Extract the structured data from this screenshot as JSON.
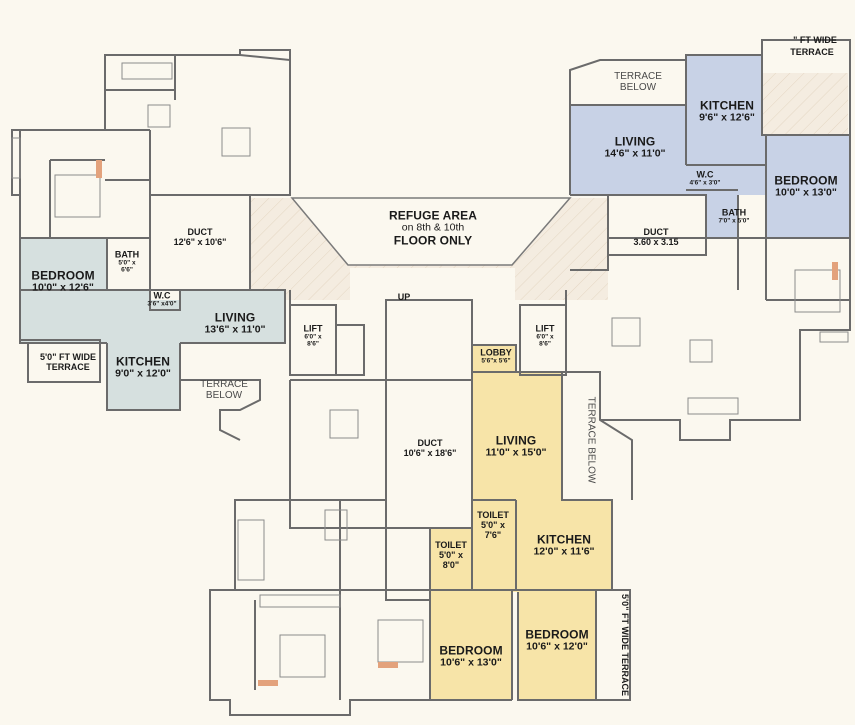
{
  "colors": {
    "background": "#fbf8ef",
    "wall": "#6b6b6b",
    "blue_unit": "#c8d2e6",
    "grey_unit": "#d6e0df",
    "yellow_unit": "#f7e4a8",
    "refuge_hatch": "#efe3d2"
  },
  "labels": {
    "top_ft_wide": "\" FT WIDE",
    "top_terrace": "TERRACE",
    "terrace_below_ne_1": "TERRACE",
    "terrace_below_ne_2": "BELOW",
    "kitchen_ne_name": "KITCHEN",
    "kitchen_ne_dim": "9'6\" x 12'6\"",
    "living_ne_name": "LIVING",
    "living_ne_dim": "14'6\" x 11'0\"",
    "wc_ne_name": "W.C",
    "wc_ne_dim": "4'6\" x 3'0\"",
    "bedroom_ne_name": "BEDROOM",
    "bedroom_ne_dim": "10'0\" x 13'0\"",
    "bath_ne_name": "BATH",
    "bath_ne_dim": "7'0\" x 5'0\"",
    "refuge_1": "REFUGE AREA",
    "refuge_2": "on 8th & 10th",
    "refuge_3": "FLOOR ONLY",
    "duct_nw_name": "DUCT",
    "duct_nw_dim": "12'6\" x 10'6\"",
    "duct_ne_name": "DUCT",
    "duct_ne_dim": "3.60 x 3.15",
    "bath_w_name": "BATH",
    "bath_w_dim1": "5'0\" x",
    "bath_w_dim2": "6'6\"",
    "bedroom_w_name": "BEDROOM",
    "bedroom_w_dim": "10'0\" x 12'6\"",
    "wc_w_name": "W.C",
    "wc_w_dim": "3'6\" x4'0\"",
    "living_w_name": "LIVING",
    "living_w_dim": "13'6\" x 11'0\"",
    "lift_w_name": "LIFT",
    "lift_w_dim1": "6'0\" x",
    "lift_w_dim2": "8'6\"",
    "up": "UP",
    "lift_e_name": "LIFT",
    "lift_e_dim1": "6'0\" x",
    "lift_e_dim2": "8'6\"",
    "lobby_name": "LOBBY",
    "lobby_dim": "5'6\"x 5'6\"",
    "ft_wide_w_1": "5'0\" FT WIDE",
    "ft_wide_w_2": "TERRACE",
    "kitchen_w_name": "KITCHEN",
    "kitchen_w_dim": "9'0\" x 12'0\"",
    "terrace_below_w_1": "TERRACE",
    "terrace_below_w_2": "BELOW",
    "duct_c_name": "DUCT",
    "duct_c_dim": "10'6\" x 18'6\"",
    "living_s_name": "LIVING",
    "living_s_dim": "11'0\" x 15'0\"",
    "terrace_below_e": "TERRACE BELOW",
    "toilet_1_name": "TOILET",
    "toilet_1_dim1": "5'0\" x",
    "toilet_1_dim2": "7'6\"",
    "kitchen_s_name": "KITCHEN",
    "kitchen_s_dim": "12'0\" x 11'6\"",
    "toilet_2_name": "TOILET",
    "toilet_2_dim1": "5'0\" x",
    "toilet_2_dim2": "8'0\"",
    "bedroom_s1_name": "BEDROOM",
    "bedroom_s1_dim": "10'6\" x 13'0\"",
    "bedroom_s2_name": "BEDROOM",
    "bedroom_s2_dim": "10'6\" x 12'0\"",
    "ft_wide_s": "5'0\" FT WIDE TERRACE"
  }
}
